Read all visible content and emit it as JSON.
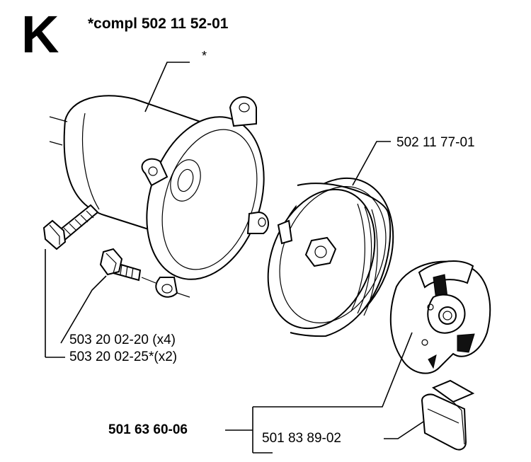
{
  "section_letter": "K",
  "assembly_note": "*compl 502 11 52-01",
  "callouts": {
    "asterisk_marker": "*",
    "drum": "502 11 77-01",
    "screw_x4": "503 20 02-20 (x4)",
    "screw_x2": "503 20 02-25*(x2)",
    "clutch_kit": "501 63 60-06",
    "spring": "501 83 89-02"
  }
}
